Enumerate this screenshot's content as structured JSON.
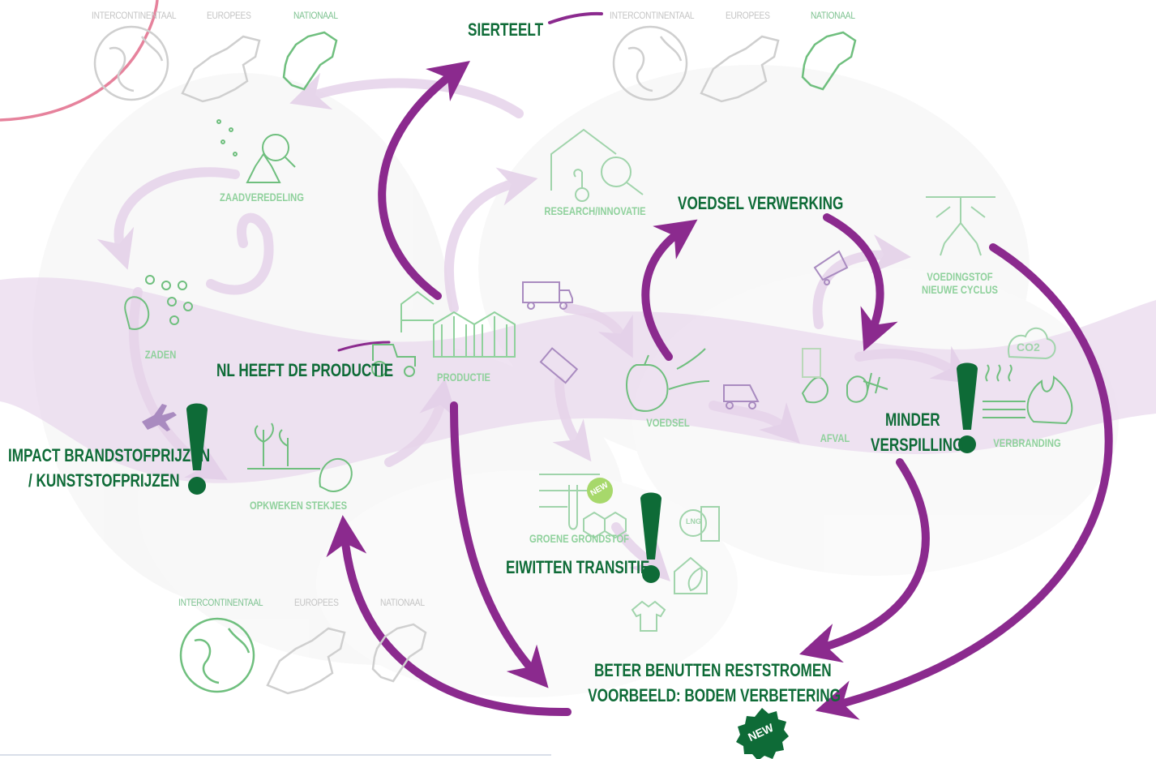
{
  "colors": {
    "arrow_purple": "#8b2a8e",
    "band_lilac": "#e7d8ea",
    "label_dark_green": "#0e6b37",
    "label_light_green": "#8fd19c",
    "icon_green": "#6fbf7e",
    "icon_purple": "#a98bc0",
    "exclaim_green": "#0e6b37",
    "pink_ring": "#e6829c",
    "new_badge": "#0e6b37"
  },
  "scope_groups": [
    {
      "id": "top-left",
      "labels": [
        "INTERCONTINENTAAL",
        "EUROPEES",
        "NATIONAAL"
      ]
    },
    {
      "id": "top-right",
      "labels": [
        "INTERCONTINENTAAL",
        "EUROPEES",
        "NATIONAAL"
      ]
    },
    {
      "id": "bottom",
      "labels": [
        "INTERCONTINENTAAL",
        "EUROPEES",
        "NATIONAAL"
      ]
    }
  ],
  "nodes": {
    "zaadveredeling": "ZAADVEREDELING",
    "zaden": "ZADEN",
    "opkweken": "OPKWEKEN STEKJES",
    "productie": "PRODUCTIE",
    "research": "RESEARCH/INNOVATIE",
    "voedsel": "VOEDSEL",
    "afval": "AFVAL",
    "voedingstof": [
      "VOEDINGSTOF",
      "NIEUWE CYCLUS"
    ],
    "verbranding": "VERBRANDING",
    "groene": "GROENE GRONDSTOF"
  },
  "callouts": {
    "sierteelt": "SIERTEELT",
    "nl_productie": "NL HEEFT DE PRODUCTIE",
    "impact": [
      "IMPACT BRANDSTOFPRIJZEN",
      "/ KUNSTSTOFPRIJZEN"
    ],
    "voedsel_verwerking": "VOEDSEL VERWERKING",
    "minder": [
      "MINDER",
      "VERSPILLING"
    ],
    "eiwitten": "EIWITTEN TRANSITIE",
    "beter": [
      "BETER BENUTTEN RESTSTROMEN",
      "VOORBEELD: BODEM VERBETERING"
    ]
  },
  "badges": {
    "new": "NEW",
    "co2": "CO2",
    "lng": "LNG"
  },
  "icons": [
    "globe-icon",
    "europe-map-icon",
    "netherlands-map-icon",
    "seed-research-icon",
    "seeds-icon",
    "seedlings-icon",
    "greenhouse-icon",
    "tractor-icon",
    "truck-icon",
    "research-greenhouse-icon",
    "vegetables-icon",
    "dump-truck-icon",
    "waste-icon",
    "roots-icon",
    "fire-icon",
    "co2-cloud-icon",
    "green-material-icon",
    "lng-tank-icon",
    "house-leaf-icon",
    "shirt-icon",
    "airplane-icon",
    "exclamation-icon"
  ]
}
